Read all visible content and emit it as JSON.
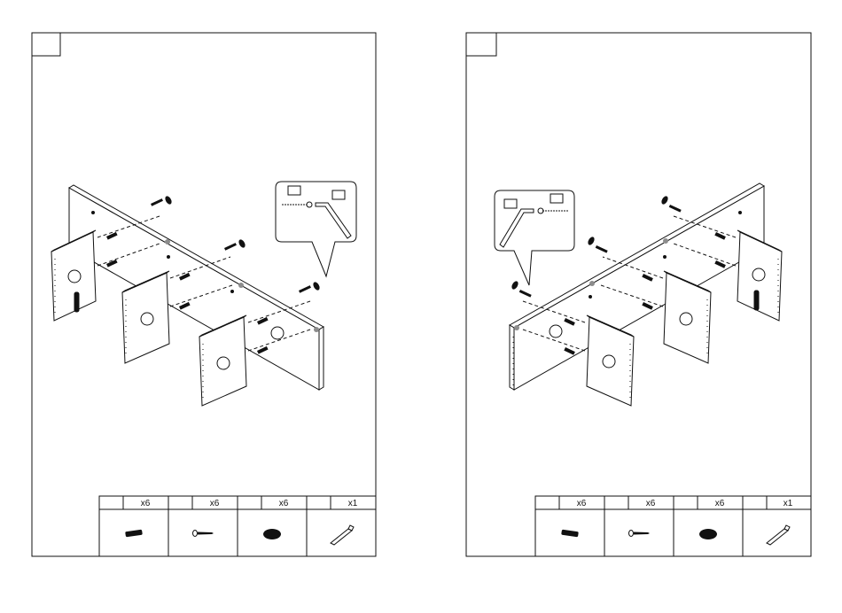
{
  "pages": [
    {
      "step_number": "",
      "parts": [
        {
          "code": "",
          "qty": "x6",
          "icon": "cam-dowel-icon"
        },
        {
          "code": "",
          "qty": "x6",
          "icon": "screw-icon"
        },
        {
          "code": "",
          "qty": "x6",
          "icon": "cover-cap-icon"
        },
        {
          "code": "",
          "qty": "x1",
          "icon": "allen-key-icon"
        }
      ],
      "detail": {
        "label_a": "",
        "label_b": ""
      }
    },
    {
      "step_number": "",
      "parts": [
        {
          "code": "",
          "qty": "x6",
          "icon": "cam-dowel-icon"
        },
        {
          "code": "",
          "qty": "x6",
          "icon": "screw-icon"
        },
        {
          "code": "",
          "qty": "x6",
          "icon": "cover-cap-icon"
        },
        {
          "code": "",
          "qty": "x1",
          "icon": "allen-key-icon"
        }
      ],
      "detail": {
        "label_a": "",
        "label_b": ""
      }
    }
  ],
  "colors": {
    "line": "#111111",
    "highlight": "#8c8c8c",
    "paper": "#ffffff"
  }
}
